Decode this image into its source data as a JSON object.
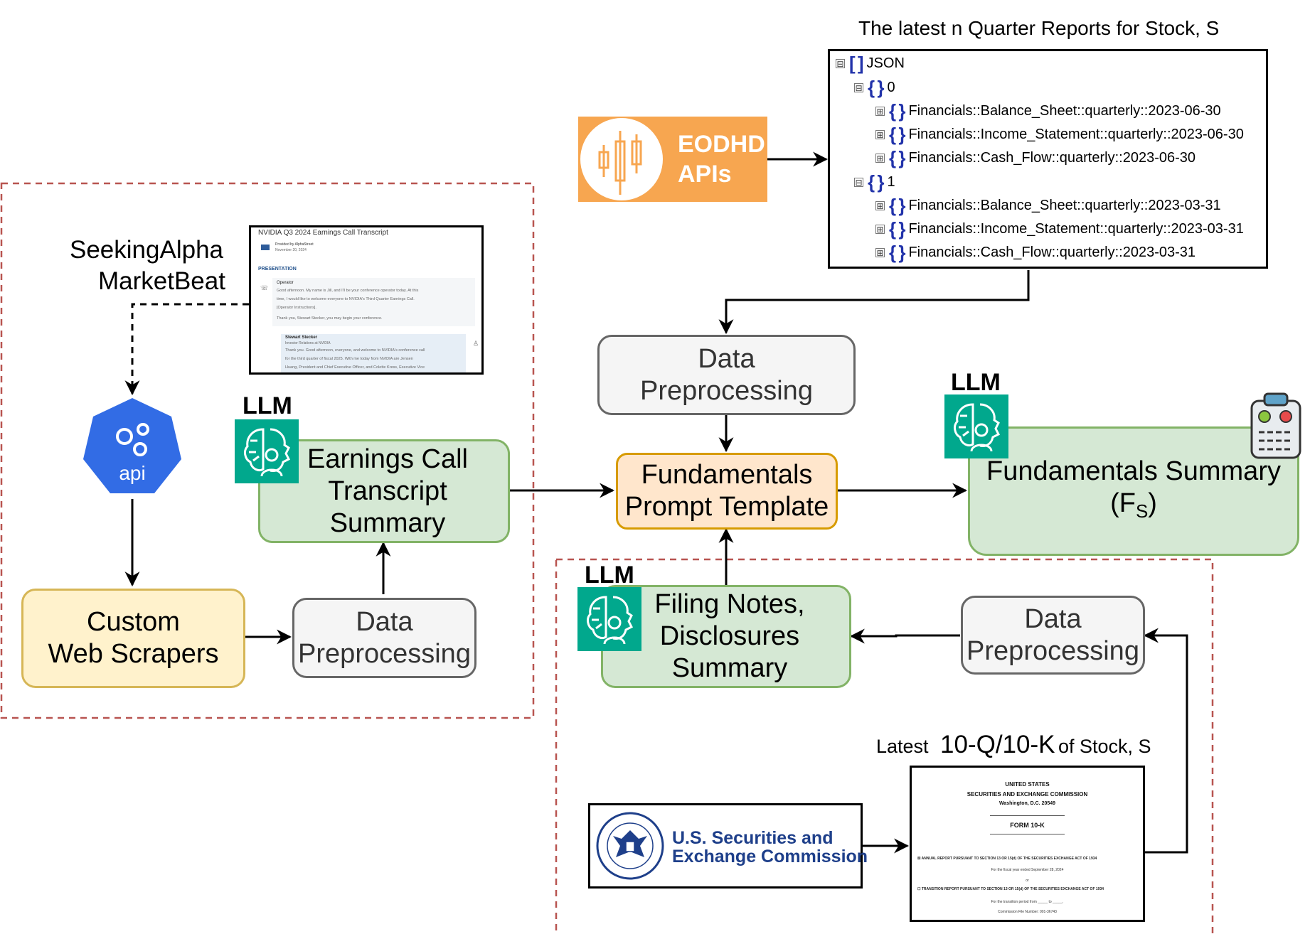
{
  "diagram": {
    "quarter_reports_title": "The latest n Quarter Reports for Stock, S",
    "json_tree": {
      "root": "JSON",
      "groups": [
        {
          "index": "0",
          "items": [
            "Financials::Balance_Sheet::quarterly::2023-06-30",
            "Financials::Income_Statement::quarterly::2023-06-30",
            "Financials::Cash_Flow::quarterly::2023-06-30"
          ]
        },
        {
          "index": "1",
          "items": [
            "Financials::Balance_Sheet::quarterly::2023-03-31",
            "Financials::Income_Statement::quarterly::2023-03-31",
            "Financials::Cash_Flow::quarterly::2023-03-31"
          ]
        }
      ],
      "expand_glyph": "⊞",
      "collapse_glyph": "⊟"
    },
    "eodhd": {
      "line1": "EODHD",
      "line2": "APIs"
    },
    "sources": {
      "line1": "SeekingAlpha",
      "line2": "MarketBeat"
    },
    "api_label": "api",
    "llm_label": "LLM",
    "boxes": {
      "custom_scrapers": [
        "Custom",
        "Web Scrapers"
      ],
      "preprocess_earnings": [
        "Data",
        "Preprocessing"
      ],
      "earnings_summary": [
        "Earnings Call",
        "Transcript",
        "Summary"
      ],
      "preprocess_financials": [
        "Data",
        "Preprocessing"
      ],
      "prompt_template": [
        "Fundamentals",
        "Prompt Template"
      ],
      "fundamentals_summary": [
        "Fundamentals Summary",
        "(F",
        "S",
        ")"
      ],
      "filing_summary": [
        "Filing Notes,",
        "Disclosures",
        "Summary"
      ],
      "preprocess_filings": [
        "Data",
        "Preprocessing"
      ]
    },
    "latest_filing": {
      "prefix": "Latest",
      "form": "10-Q/10-K",
      "suffix": "of Stock, S"
    },
    "sec": {
      "line1": "U.S. Securities and",
      "line2": "Exchange Commission"
    },
    "transcript_doc": {
      "title": "NVIDIA Q3 2024 Earnings Call Transcript",
      "provider": "Provided by AlphaStreet",
      "date": "November 20, 2024",
      "section": "PRESENTATION",
      "operator_name": "Operator",
      "operator_text": [
        "Good afternoon. My name is Jill, and I'll be your conference operator today. At this",
        "time, I would like to welcome everyone to NVIDIA's Third Quarter Earnings Call.",
        "[Operator Instructions].",
        "Thank you, Stewart Stecker, you may begin your conference."
      ],
      "speaker_name": "Stewart Stecker",
      "speaker_role": "Investor Relations at NVIDIA",
      "speaker_text": [
        "Thank you. Good afternoon, everyone, and welcome to NVIDIA's conference call",
        "for the third quarter of fiscal 2025. With me today from NVIDIA are Jensen",
        "Huang, President and Chief Executive Officer, and Colette Kress, Executive Vice"
      ]
    },
    "form_doc": {
      "lines": [
        "UNITED STATES",
        "SECURITIES AND EXCHANGE COMMISSION",
        "Washington, D.C. 20549",
        "FORM 10-K",
        "☒ ANNUAL REPORT PURSUANT TO SECTION 13 OR 15(d) OF THE SECURITIES EXCHANGE ACT OF 1934",
        "For the fiscal year ended September 28, 2024",
        "or",
        "☐ TRANSITION REPORT PURSUANT TO SECTION 13 OR 15(d) OF THE SECURITIES EXCHANGE ACT OF 1934",
        "For the transition period from _____ to _____.",
        "Commission File Number: 001-36743"
      ]
    },
    "colors": {
      "green_fill": "#d5e8d4",
      "green_stroke": "#82b366",
      "gray_fill": "#f5f5f5",
      "gray_stroke": "#666666",
      "yellow_fill": "#fff2cc",
      "yellow_stroke": "#d6b656",
      "orange_fill": "#ffe6cc",
      "orange_stroke": "#d79b00",
      "dashed_region": "#b85450",
      "llm_icon": "#01a88d",
      "api_icon": "#326ce5",
      "eodhd": "#f7a650",
      "sec_text": "#1e3f8a"
    }
  }
}
